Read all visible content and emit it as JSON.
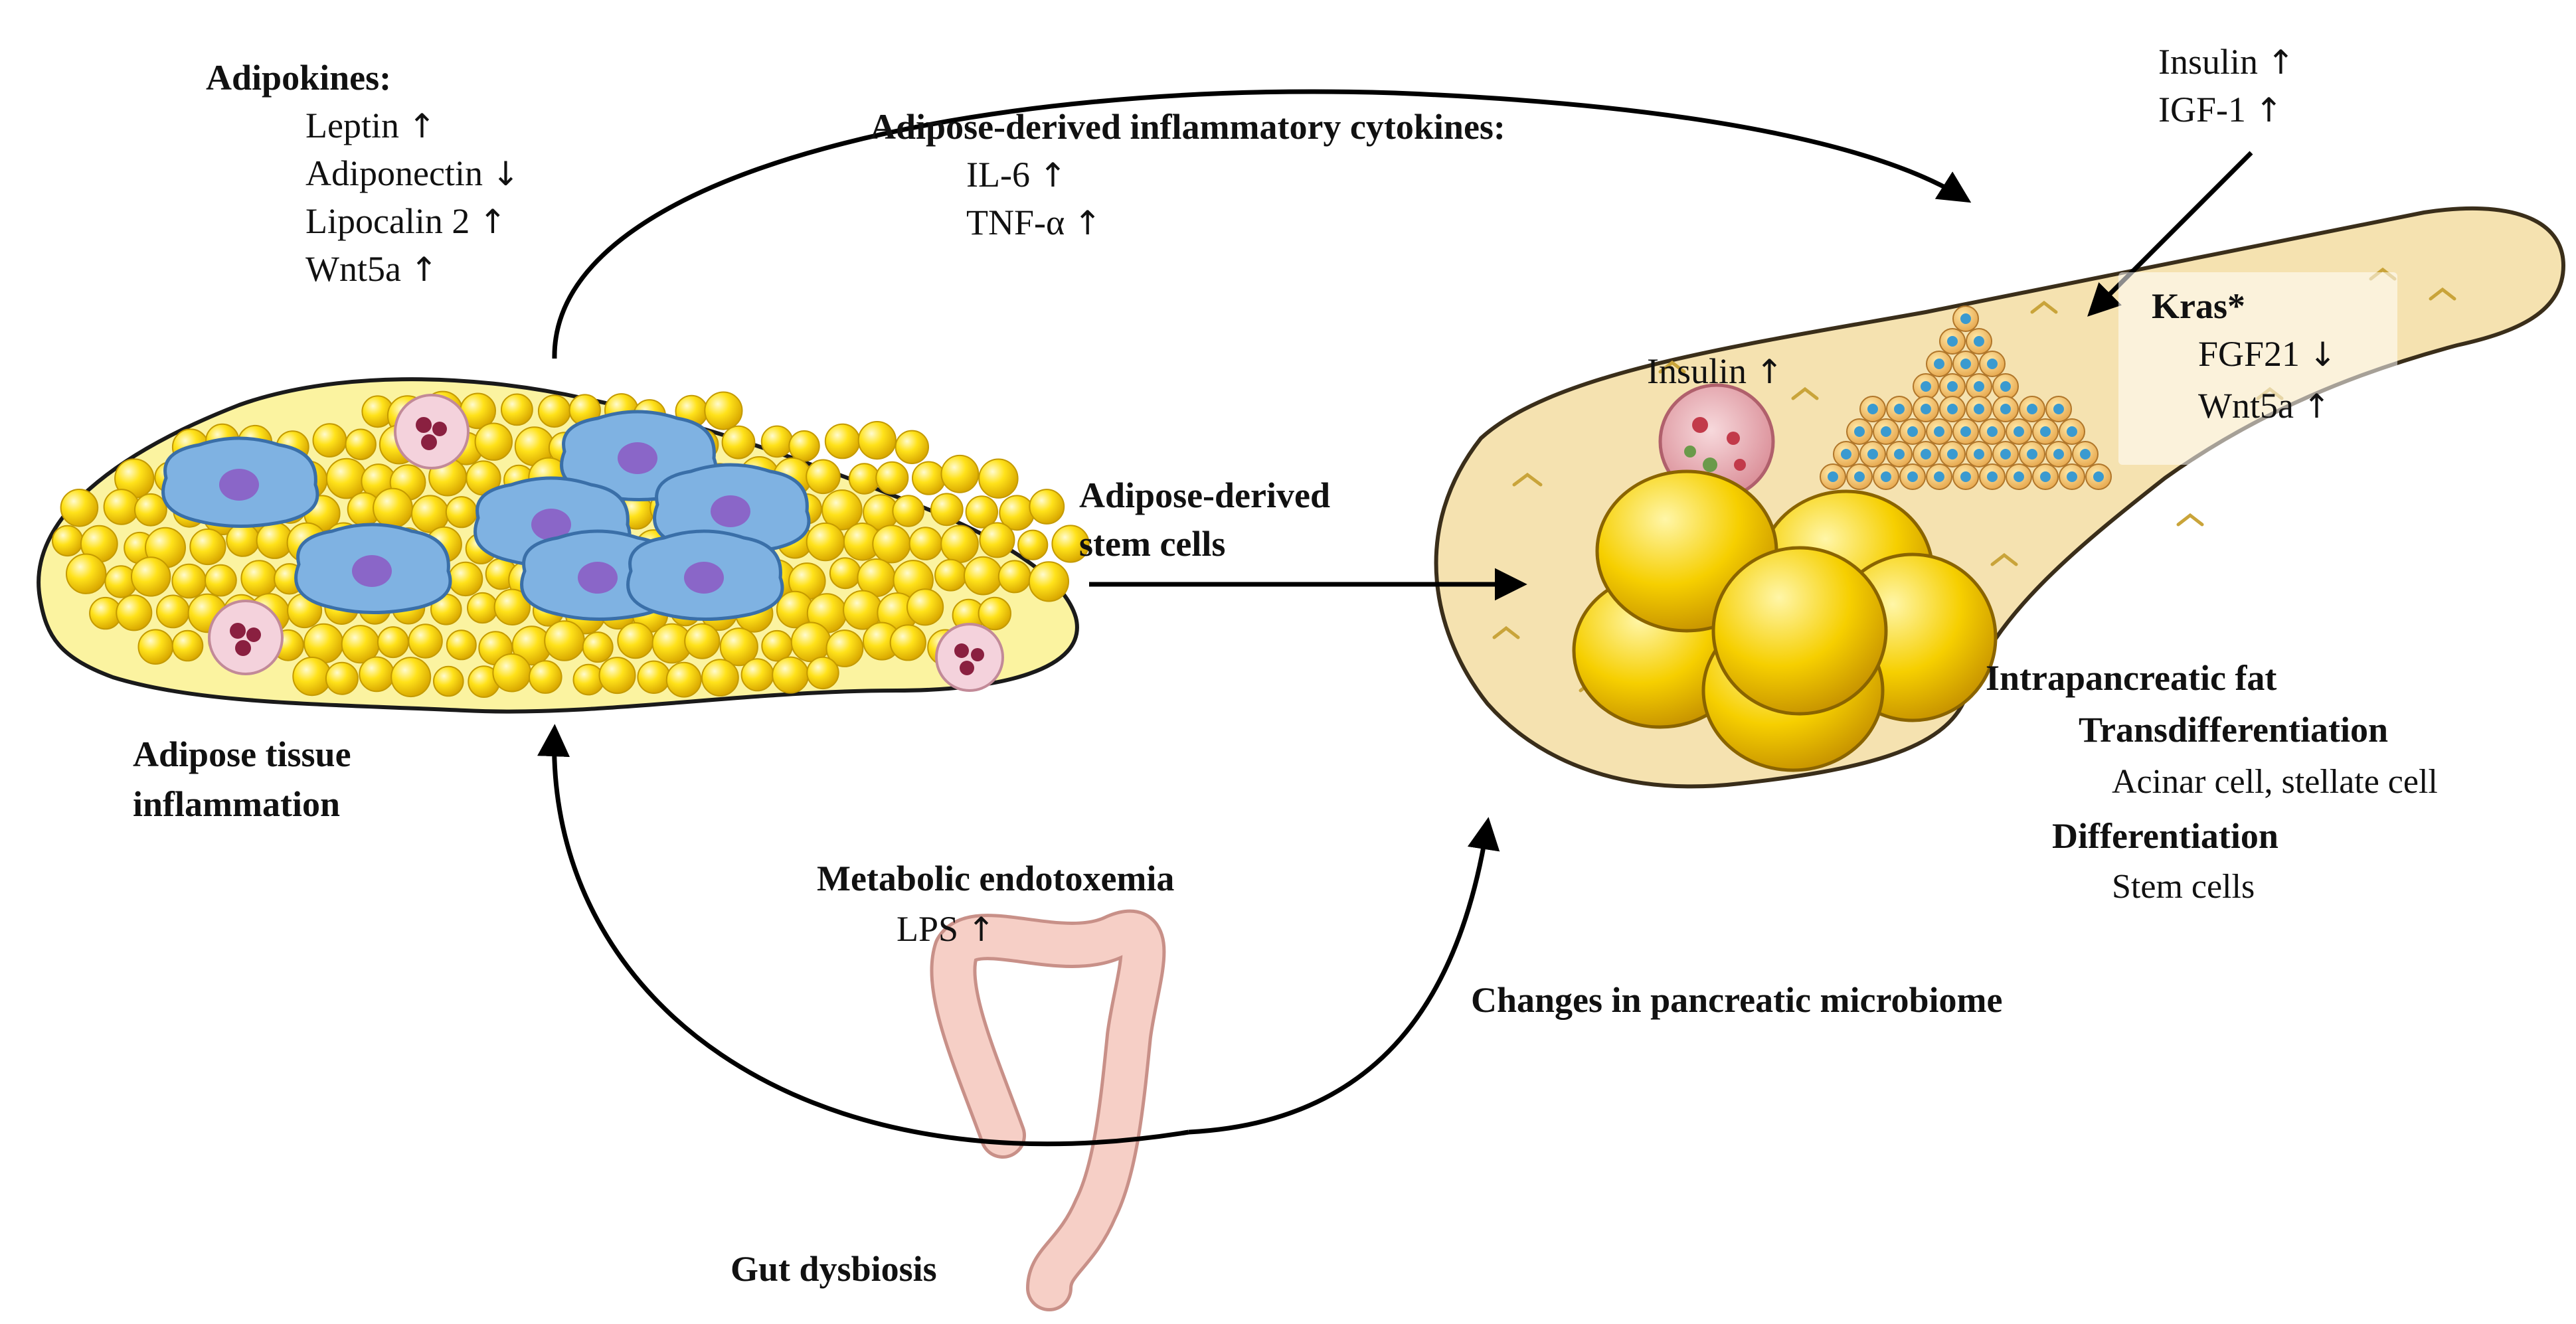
{
  "adipokines": {
    "title": "Adipokines:",
    "items": [
      {
        "name": "Leptin",
        "trend": "↑"
      },
      {
        "name": "Adiponectin",
        "trend": "↓"
      },
      {
        "name": "Lipocalin 2",
        "trend": "↑"
      },
      {
        "name": "Wnt5a",
        "trend": "↑"
      }
    ]
  },
  "cytokines": {
    "title": "Adipose-derived inflammatory cytokines:",
    "items": [
      {
        "name": "IL-6",
        "trend": "↑"
      },
      {
        "name": "TNF-α",
        "trend": "↑"
      }
    ]
  },
  "growth_factors": {
    "items": [
      {
        "name": "Insulin",
        "trend": "↑"
      },
      {
        "name": "IGF-1",
        "trend": "↑"
      }
    ]
  },
  "kras": {
    "title": "Kras*",
    "items": [
      {
        "name": "FGF21",
        "trend": "↓"
      },
      {
        "name": "Wnt5a",
        "trend": "↑"
      }
    ]
  },
  "islet_insulin": {
    "name": "Insulin",
    "trend": "↑"
  },
  "stem_cells": {
    "line1": "Adipose-derived",
    "line2": "stem cells"
  },
  "adipose": {
    "line1": "Adipose tissue",
    "line2": "inflammation"
  },
  "intrapancreatic": {
    "title": "Intrapancreatic fat",
    "transdiff": "Transdifferentiation",
    "transdiff_detail": "Acinar cell, stellate cell",
    "diff": "Differentiation",
    "diff_detail": "Stem cells"
  },
  "endotoxemia": {
    "title": "Metabolic endotoxemia",
    "item": {
      "name": "LPS",
      "trend": "↑"
    }
  },
  "microbiome": "Changes in pancreatic microbiome",
  "gut": "Gut dysbiosis",
  "colors": {
    "fat_fill": "#fbf3a0",
    "fat_cell": "#f2d000",
    "pancreas_fill": "#f5e2b0",
    "pancreas_outline": "#3a2e1a",
    "macrophage": "#7fb2e2",
    "gut_pink": "#f6cfc6"
  }
}
